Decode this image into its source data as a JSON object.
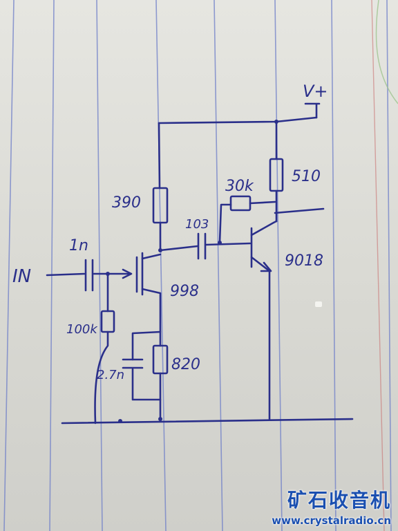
{
  "labels": {
    "input": "IN",
    "supply": "V+",
    "c_in": "1n",
    "r_gate": "100k",
    "c_bypass": "2.7n",
    "r_drain": "390",
    "q1": "998",
    "r_source": "820",
    "c_couple": "103",
    "r_feedback": "30k",
    "r_collector": "510",
    "q2": "9018"
  },
  "watermark": {
    "title": "矿石收音机",
    "url": "www.crystalradio.cn"
  },
  "colors": {
    "ink": "#2a2f8a",
    "ruled_line": "#6f7fc9",
    "margin_line": "#c86a6a",
    "watermark": "#1a4fb0"
  }
}
